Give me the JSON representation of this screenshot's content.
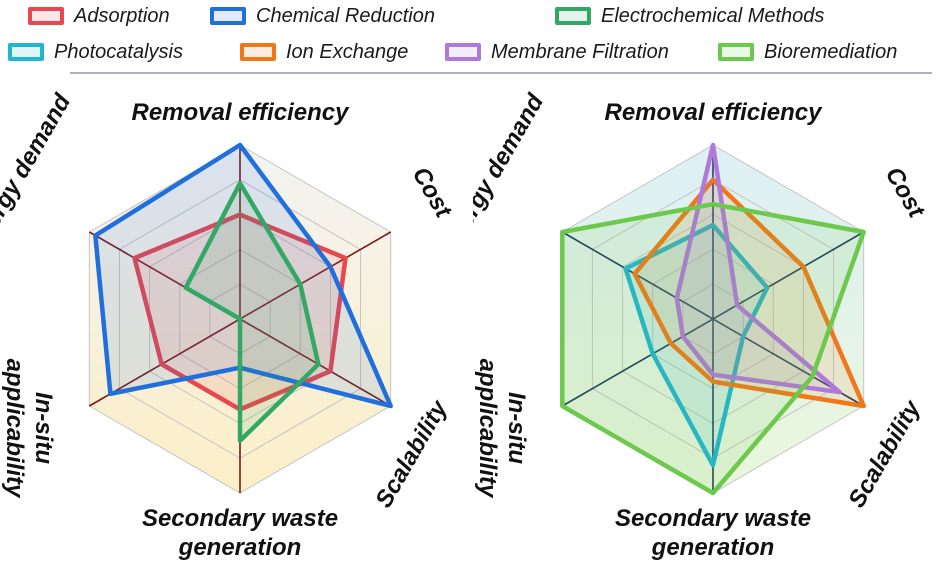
{
  "legend": [
    {
      "name": "Adsorption",
      "color": "#e8474e"
    },
    {
      "name": "Chemical Reduction",
      "color": "#1f6fdc"
    },
    {
      "name": "Electrochemical Methods",
      "color": "#33a866"
    },
    {
      "name": "Photocatalysis",
      "color": "#1fb6d2"
    },
    {
      "name": "Ion Exchange",
      "color": "#f07818"
    },
    {
      "name": "Membrane Filtration",
      "color": "#b078d8"
    },
    {
      "name": "Bioremediation",
      "color": "#6cc94c"
    }
  ],
  "chart_data": [
    {
      "type": "radar",
      "axes": [
        "Removal efficiency",
        "Cost",
        "Scalability",
        "Secondary waste generation",
        "In-situ applicability",
        "Energy demand"
      ],
      "rlim": [
        0,
        5
      ],
      "grid": true,
      "series": [
        {
          "name": "Adsorption",
          "color": "#e8474e",
          "values": [
            3.0,
            3.5,
            3.0,
            2.6,
            2.6,
            3.5
          ]
        },
        {
          "name": "Chemical Reduction",
          "color": "#1f6fdc",
          "values": [
            5.0,
            3.0,
            5.0,
            1.4,
            4.3,
            4.8
          ]
        },
        {
          "name": "Electrochemical Methods",
          "color": "#33a866",
          "values": [
            3.9,
            2.0,
            2.6,
            3.5,
            0.0,
            1.8
          ]
        }
      ]
    },
    {
      "type": "radar",
      "axes": [
        "Removal efficiency",
        "Cost",
        "Scalability",
        "Secondary waste generation",
        "In-situ applicability",
        "Energy demand"
      ],
      "rlim": [
        0,
        5
      ],
      "grid": true,
      "series": [
        {
          "name": "Photocatalysis",
          "color": "#1fb6d2",
          "values": [
            2.7,
            1.8,
            1.0,
            4.2,
            2.0,
            2.9
          ]
        },
        {
          "name": "Ion Exchange",
          "color": "#f07818",
          "values": [
            4.0,
            3.0,
            5.0,
            1.8,
            1.4,
            2.6
          ]
        },
        {
          "name": "Membrane Filtration",
          "color": "#b078d8",
          "values": [
            5.0,
            0.8,
            4.2,
            1.6,
            1.0,
            1.2
          ]
        },
        {
          "name": "Bioremediation",
          "color": "#6cc94c",
          "values": [
            3.3,
            5.0,
            3.3,
            5.0,
            5.0,
            5.0
          ]
        }
      ]
    }
  ]
}
